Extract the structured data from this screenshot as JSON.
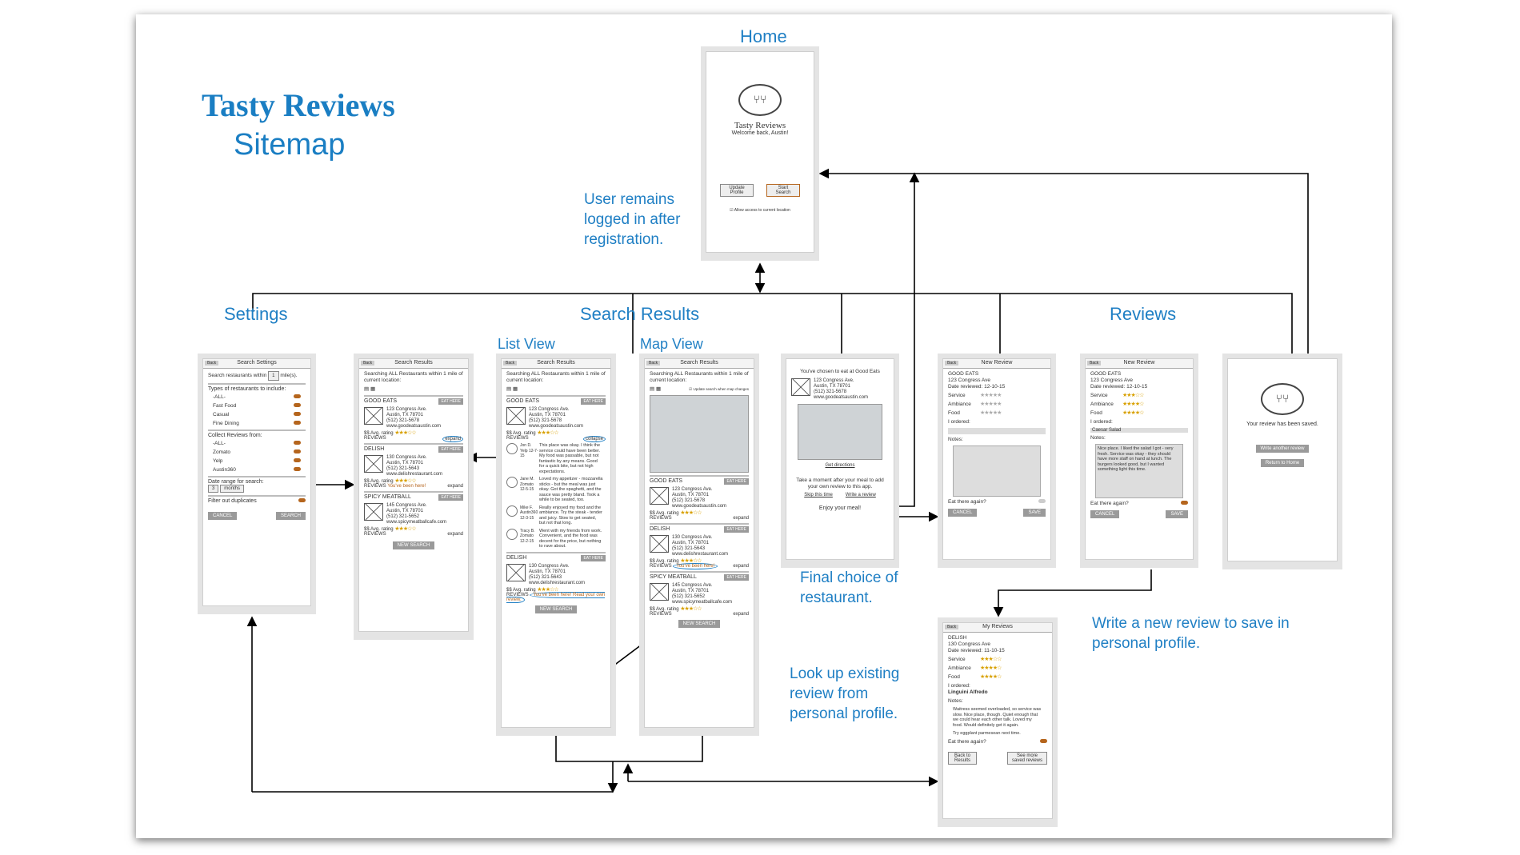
{
  "title": {
    "line1": "Tasty Reviews",
    "line2": "Sitemap"
  },
  "labels": {
    "home": "Home",
    "settings": "Settings",
    "search_results": "Search Results",
    "reviews": "Reviews",
    "list_view": "List View",
    "map_view": "Map View"
  },
  "notes": {
    "logged_in": "User remains logged in after registration.",
    "final_choice": "Final choice of restaurant.",
    "look_up": "Look up existing review from personal profile.",
    "write_new": "Write a new review to save in personal profile."
  },
  "home_screen": {
    "app_name": "Tasty Reviews",
    "welcome": "Welcome back, Austin!",
    "update_profile": "Update Profile",
    "start_search": "Start Search",
    "allow_location": "Allow access to current location"
  },
  "settings_screen": {
    "back": "Back",
    "title": "Search Settings",
    "within_label": "Search restaurants within",
    "within_value": "1",
    "within_unit": "mile(s).",
    "types_label": "Types of restaurants to include:",
    "types": [
      "-ALL-",
      "Fast Food",
      "Casual",
      "Fine Dining"
    ],
    "collect_label": "Collect Reviews from:",
    "sources": [
      "-ALL-",
      "Zomato",
      "Yelp",
      "Austin360"
    ],
    "date_label": "Date range for search:",
    "date_value": "3",
    "date_unit": "months",
    "filter_label": "Filter out duplicates",
    "cancel": "CANCEL",
    "search": "SEARCH"
  },
  "results_screen": {
    "back": "Back",
    "title": "Search Results",
    "searching": "Searching ALL Restaurants within 1 mile of current location:",
    "eat_here": "EAT HERE",
    "reviews_label": "REVIEWS",
    "avg_rating": "Avg. rating",
    "expand": "expand",
    "collapse": "collapse",
    "price": "$$",
    "new_search": "NEW SEARCH",
    "restaurants": [
      {
        "name": "GOOD EATS",
        "addr": "123 Congress Ave.",
        "city": "Austin, TX 78701",
        "phone": "(512) 321-5678",
        "url": "www.goodeatsaustin.com"
      },
      {
        "name": "DELISH",
        "addr": "130 Congress Ave.",
        "city": "Austin, TX 78701",
        "phone": "(512) 321-5643",
        "url": "www.delishrestaurant.com"
      },
      {
        "name": "SPICY MEATBALL",
        "addr": "145 Congress Ave.",
        "city": "Austin, TX 78701",
        "phone": "(512) 321-5652",
        "url": "www.spicymeatballcafe.com"
      }
    ],
    "been_here": "You've been here!",
    "read_review": "Read your own review.",
    "map_toggle": "Update search when map changes",
    "reviews_list": [
      {
        "who": "Jon D. Yelp 12-7-15",
        "text": "This place was okay. I think the service could have been better. My food was passable, but not fantastic by any means. Good for a quick bite, but not high expectations."
      },
      {
        "who": "Jane M. Zomato 12-5-15",
        "text": "Loved my appetizer - mozzarella sticks - but the meal was just okay. Got the spaghetti, and the sauce was pretty bland. Took a while to be seated, too."
      },
      {
        "who": "Mike F. Austin360 12-3-15",
        "text": "Really enjoyed my food and the ambiance. Try the steak - tender and juicy. Slow to get seated, but not that long."
      },
      {
        "who": "Tracy B. Zomato 12-2-15",
        "text": "Went with my friends from work. Convenient, and the food was decent for the price, but nothing to rave about."
      }
    ]
  },
  "chosen_screen": {
    "chosen": "You've chosen to eat at Good Eats",
    "directions": "Get directions",
    "prompt": "Take a moment after your meal to add your own review to this app.",
    "skip": "Skip this time",
    "write": "Write a review",
    "enjoy": "Enjoy your meal!"
  },
  "new_review_screen": {
    "back": "Back",
    "title": "New Review",
    "name": "GOOD EATS",
    "addr": "123 Congress Ave",
    "date": "Date reviewed: 12-10-15",
    "service": "Service",
    "ambiance": "Ambiance",
    "food": "Food",
    "ordered": "I ordered:",
    "ordered_value": "Caesar Salad",
    "notes": "Notes:",
    "notes_value": "Nice place. I liked the salad I got - very fresh. Service was okay - they should have more staff on hand at lunch. The burgers looked good, but I wanted something light this time.",
    "eat_again": "Eat there again?",
    "cancel": "CANCEL",
    "save": "SAVE"
  },
  "saved_screen": {
    "msg": "Your review has been saved.",
    "write_another": "Write another review",
    "return_home": "Return to Home"
  },
  "my_reviews_screen": {
    "back": "Back",
    "title": "My Reviews",
    "name": "DELISH",
    "addr": "130 Congress Ave",
    "date": "Date reviewed: 11-10-15",
    "service": "Service",
    "ambiance": "Ambiance",
    "food": "Food",
    "ordered": "I ordered:",
    "ordered_value": "Linguini Alfredo",
    "notes": "Notes:",
    "notes_value": "Waitress seemed overloaded, so service was slow. Nice place, though. Quiet enough that we could hear each other talk. Loved my food. Would definitely get it again.",
    "tip": "Try eggplant parmesean next time.",
    "eat_again": "Eat there again?",
    "back_results": "Back to Results",
    "see_more": "See more saved reviews"
  },
  "colors": {
    "accent": "#1f7fc4",
    "toggle": "#b5651d",
    "star": "#d8a000"
  }
}
